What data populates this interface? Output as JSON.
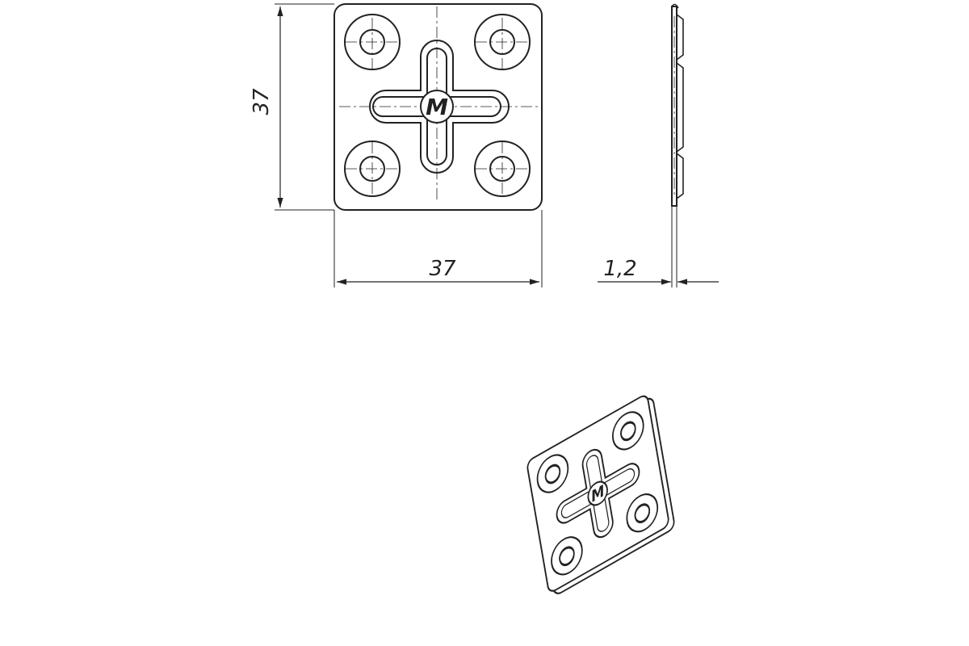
{
  "dimensions": {
    "height": "37",
    "width": "37",
    "thickness": "1,2"
  },
  "marking": {
    "logo_letter": "M"
  },
  "colors": {
    "line": "#222222",
    "background": "#ffffff"
  }
}
